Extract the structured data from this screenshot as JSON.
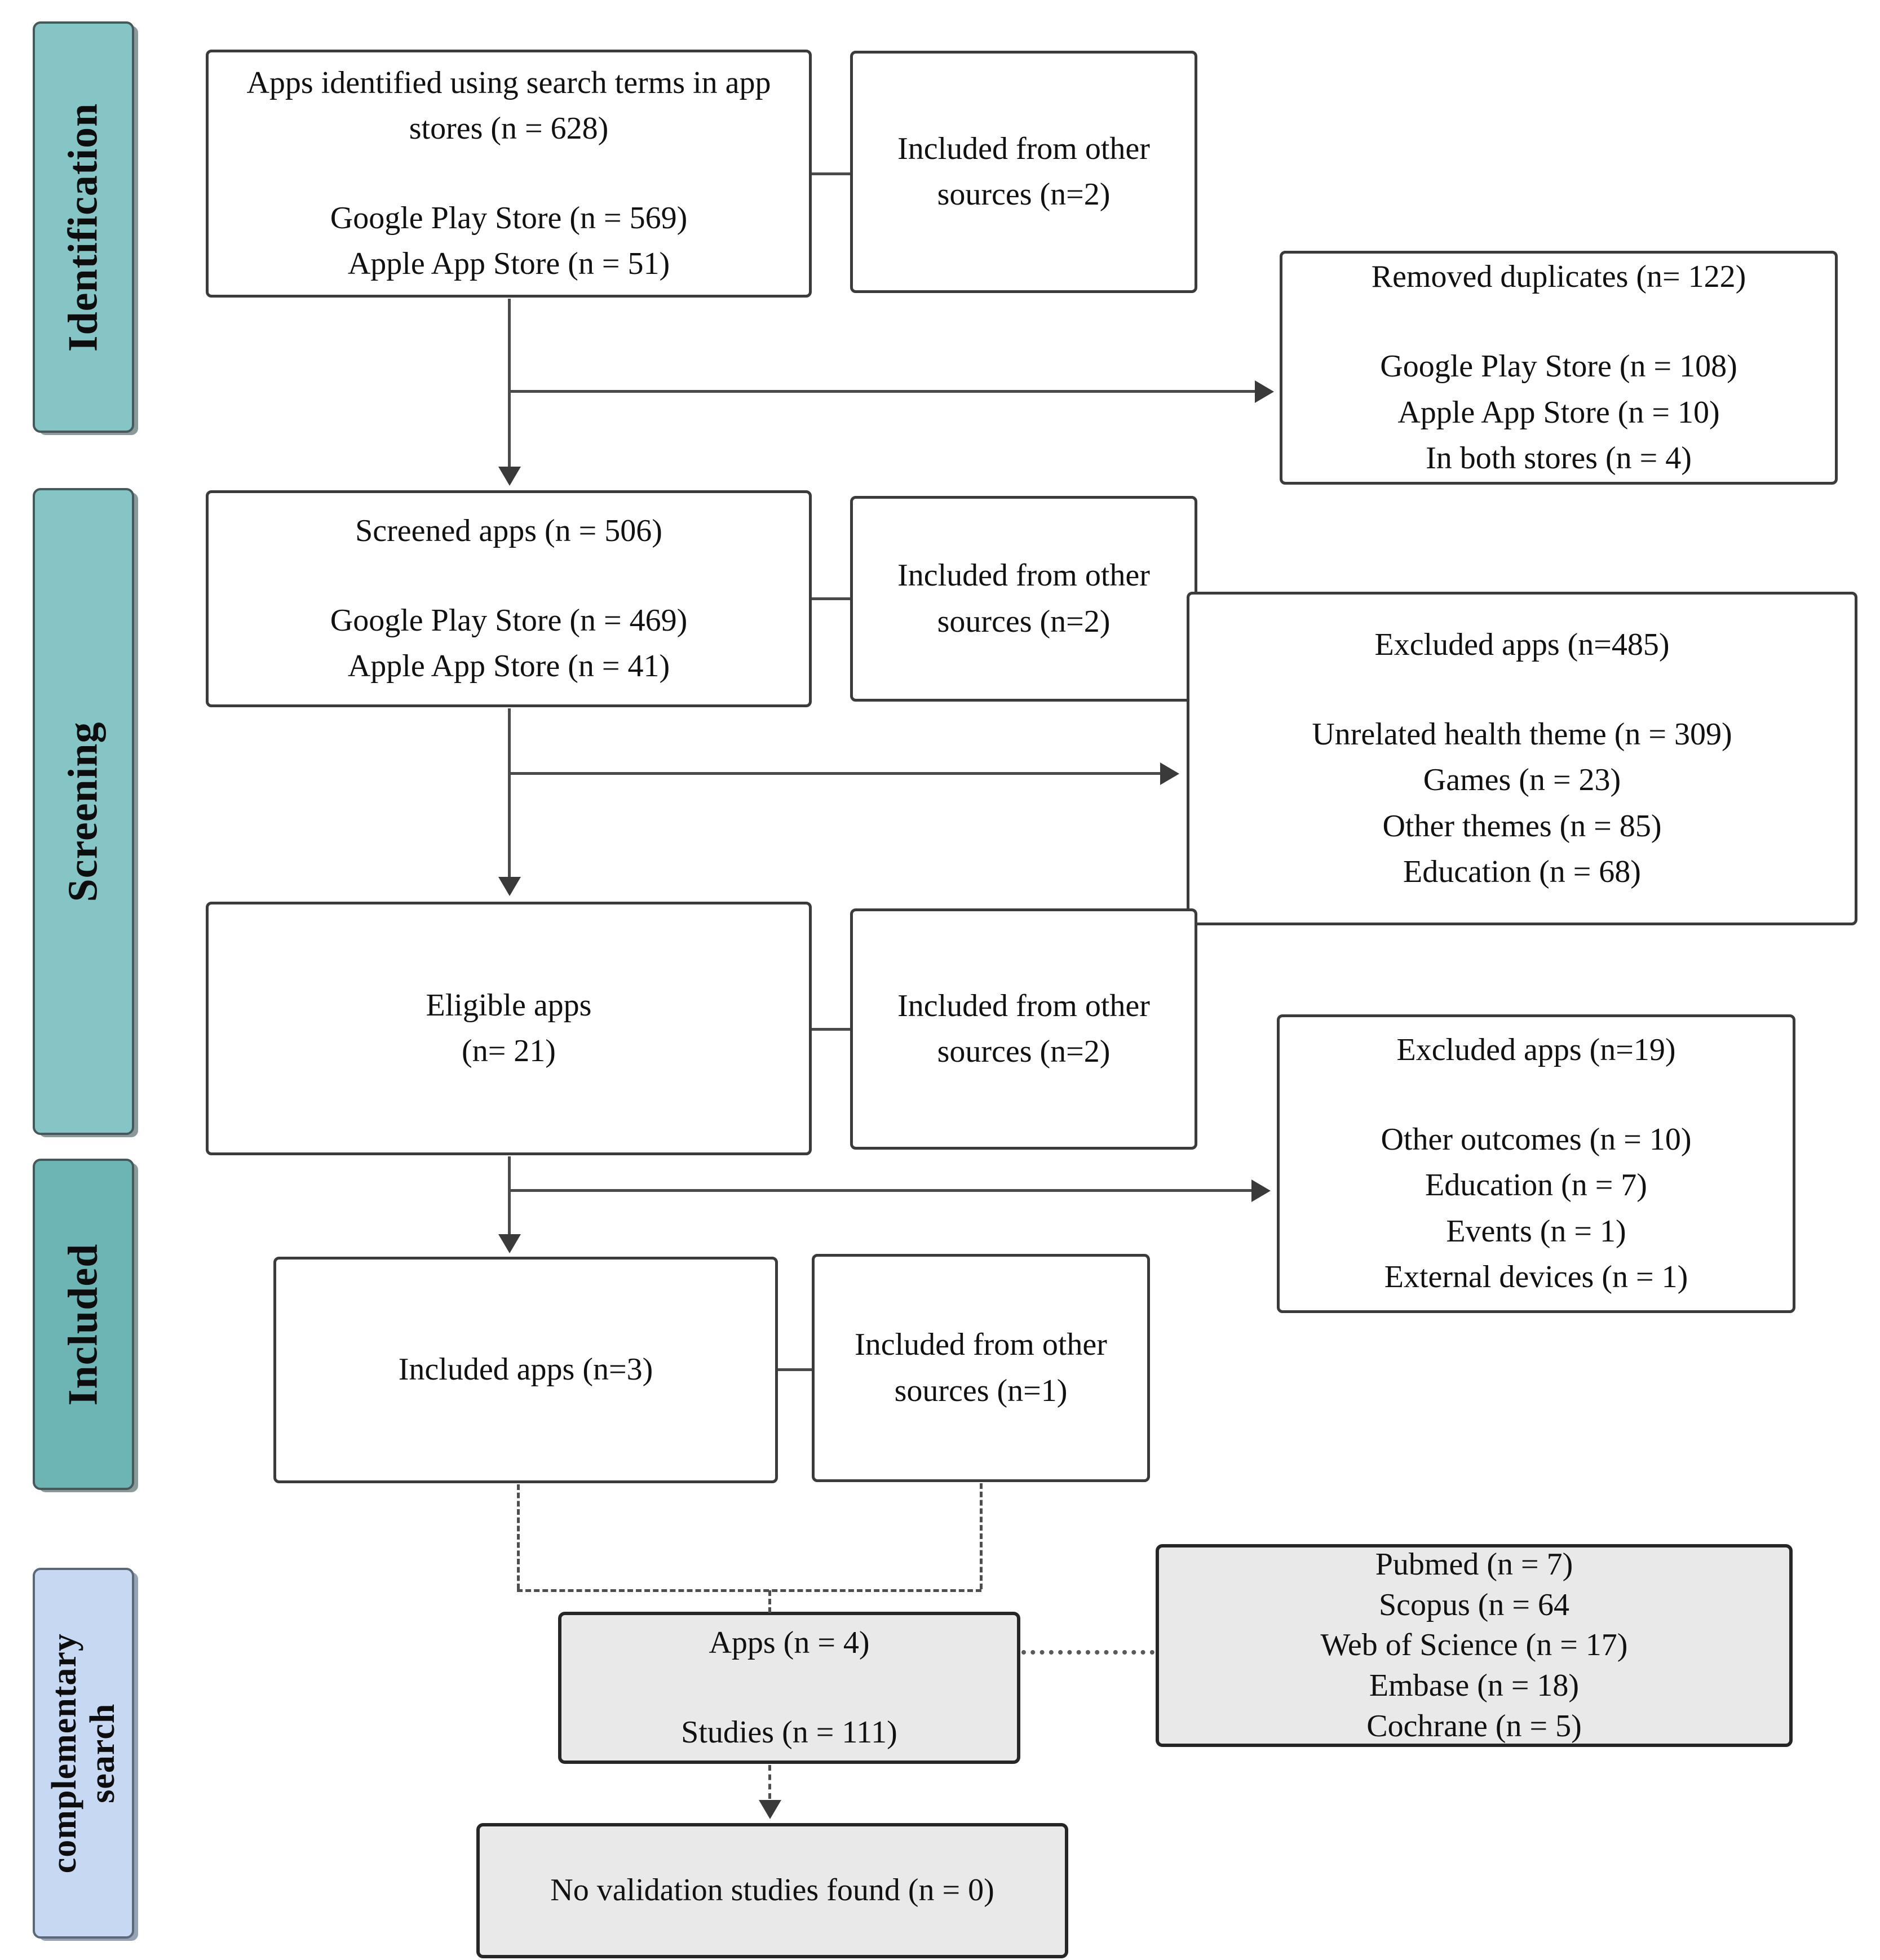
{
  "stages": {
    "identification": "Identification",
    "screening": "Screening",
    "included": "Included",
    "complementary": "complementary search"
  },
  "boxes": {
    "identified": {
      "title": "Apps identified using search terms in app stores (n = 628)",
      "items": [
        "Google Play Store (n = 569)",
        "Apple App Store (n = 51)"
      ]
    },
    "included_other_a": {
      "title": "Included from other sources (n=2)"
    },
    "removed_duplicates": {
      "title": "Removed duplicates (n= 122)",
      "items": [
        "Google Play Store (n = 108)",
        "Apple App Store (n = 10)",
        "In both stores (n = 4)"
      ]
    },
    "screened": {
      "title": "Screened apps (n = 506)",
      "items": [
        "Google Play Store (n = 469)",
        "Apple App Store (n = 41)"
      ]
    },
    "included_other_b": {
      "title": "Included from other sources (n=2)"
    },
    "excluded_screening": {
      "title": "Excluded apps (n=485)",
      "items": [
        "Unrelated health theme (n = 309)",
        "Games (n = 23)",
        "Other themes (n = 85)",
        "Education (n = 68)"
      ]
    },
    "eligible": {
      "title": "Eligible apps",
      "subtitle": "(n= 21)"
    },
    "included_other_c": {
      "title": "Included from other sources (n=2)"
    },
    "excluded_eligibility": {
      "title": "Excluded apps (n=19)",
      "items": [
        "Other outcomes (n = 10)",
        "Education (n = 7)",
        "Events (n = 1)",
        "External devices (n = 1)"
      ]
    },
    "included_apps": {
      "title": "Included apps (n=3)"
    },
    "included_other_d": {
      "title": "Included from other sources (n=1)"
    },
    "apps_studies": {
      "title": "Apps (n = 4)",
      "items": [
        "Studies (n = 111)"
      ]
    },
    "databases": {
      "lines": [
        "Pubmed (n = 7)",
        "Scopus (n = 64",
        "Web of Science (n = 17)",
        "Embase (n = 18)",
        "Cochrane (n = 5)"
      ]
    },
    "no_validation": {
      "title": "No validation studies found (n = 0)"
    }
  },
  "colors": {
    "stage_teal": "#85c5c6",
    "stage_teal_dark": "#6db4b5",
    "stage_blue": "#c7d9f2",
    "box_grey": "#e9e9e9",
    "box_border": "#3b3b3b",
    "line": "#4a4a4a"
  }
}
